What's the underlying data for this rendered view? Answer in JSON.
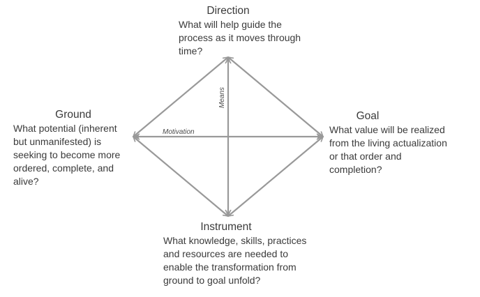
{
  "nodes": {
    "direction": {
      "title": "Direction",
      "desc": "What will help guide the\nprocess as it moves through\ntime?"
    },
    "ground": {
      "title": "Ground",
      "desc": "What potential (inherent\nbut unmanifested) is\nseeking to become more\nordered, complete, and\nalive?"
    },
    "goal": {
      "title": "Goal",
      "desc": "What value will be realized\nfrom the living actualization\nor that order and\ncompletion?"
    },
    "instrument": {
      "title": "Instrument",
      "desc": "What knowledge, skills, practices\nand resources are needed to\nenable the transformation from\nground to goal unfold?"
    }
  },
  "axes": {
    "vertical_label": "Means",
    "horizontal_label": "Motivation"
  },
  "colors": {
    "line": "#999999",
    "text": "#3a3a3a"
  }
}
